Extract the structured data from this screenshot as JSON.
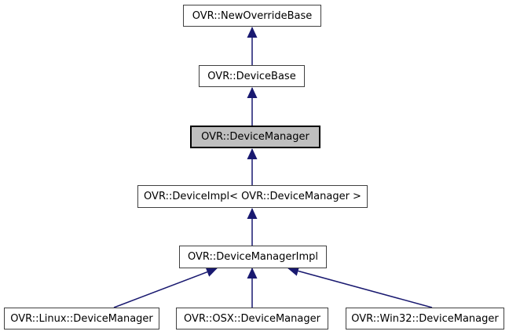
{
  "diagram": {
    "kind": "class-inheritance-graph",
    "colors": {
      "background": "#ffffff",
      "edge": "#191970",
      "node_fill": "#ffffff",
      "node_border": "#404040",
      "highlight_fill": "#bfbfbf",
      "highlight_border": "#000000",
      "text": "#000000"
    },
    "nodes": [
      {
        "label": "OVR::NewOverrideBase",
        "highlighted": false
      },
      {
        "label": "OVR::DeviceBase",
        "highlighted": false
      },
      {
        "label": "OVR::DeviceManager",
        "highlighted": true
      },
      {
        "label": "OVR::DeviceImpl< OVR::DeviceManager >",
        "highlighted": false
      },
      {
        "label": "OVR::DeviceManagerImpl",
        "highlighted": false
      },
      {
        "label": "OVR::Linux::DeviceManager",
        "highlighted": false
      },
      {
        "label": "OVR::OSX::DeviceManager",
        "highlighted": false
      },
      {
        "label": "OVR::Win32::DeviceManager",
        "highlighted": false
      }
    ],
    "edges": [
      {
        "from": "OVR::DeviceBase",
        "to": "OVR::NewOverrideBase"
      },
      {
        "from": "OVR::DeviceManager",
        "to": "OVR::DeviceBase"
      },
      {
        "from": "OVR::DeviceImpl< OVR::DeviceManager >",
        "to": "OVR::DeviceManager"
      },
      {
        "from": "OVR::DeviceManagerImpl",
        "to": "OVR::DeviceImpl< OVR::DeviceManager >"
      },
      {
        "from": "OVR::Linux::DeviceManager",
        "to": "OVR::DeviceManagerImpl"
      },
      {
        "from": "OVR::OSX::DeviceManager",
        "to": "OVR::DeviceManagerImpl"
      },
      {
        "from": "OVR::Win32::DeviceManager",
        "to": "OVR::DeviceManagerImpl"
      }
    ]
  }
}
